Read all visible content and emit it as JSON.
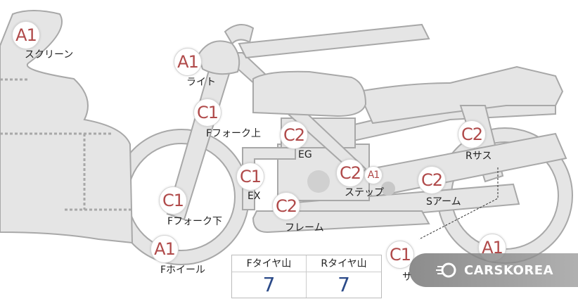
{
  "labels": {
    "screen": "スクリーン",
    "light": "ライト",
    "fork_upper": "Fフォーク上",
    "eg": "EG",
    "ex": "EX",
    "fork_lower": "Fフォーク下",
    "frame": "フレーム",
    "step": "ステップ",
    "s_arm": "Sアーム",
    "r_sus": "Rサス",
    "f_wheel": "Fホイール",
    "cut_text": "サ"
  },
  "grades": {
    "screen": "A1",
    "light": "A1",
    "fork_upper": "C1",
    "eg": "C2",
    "ex": "C1",
    "fork_lower": "C1",
    "frame": "C2",
    "step_c": "C2",
    "step_a": "A1",
    "s_arm": "C2",
    "r_sus": "C2",
    "f_wheel": "A1",
    "bottom_c": "C1",
    "r_wheel": "A1"
  },
  "tire_table": {
    "headers": [
      "Fタイヤ山",
      "Rタイヤ山"
    ],
    "values": [
      "7",
      "7"
    ]
  },
  "logo": {
    "text": "CARSKOREA"
  },
  "colors": {
    "grade": "#b04a4a",
    "value": "#2b4a88",
    "part": "#e5e5e5"
  }
}
